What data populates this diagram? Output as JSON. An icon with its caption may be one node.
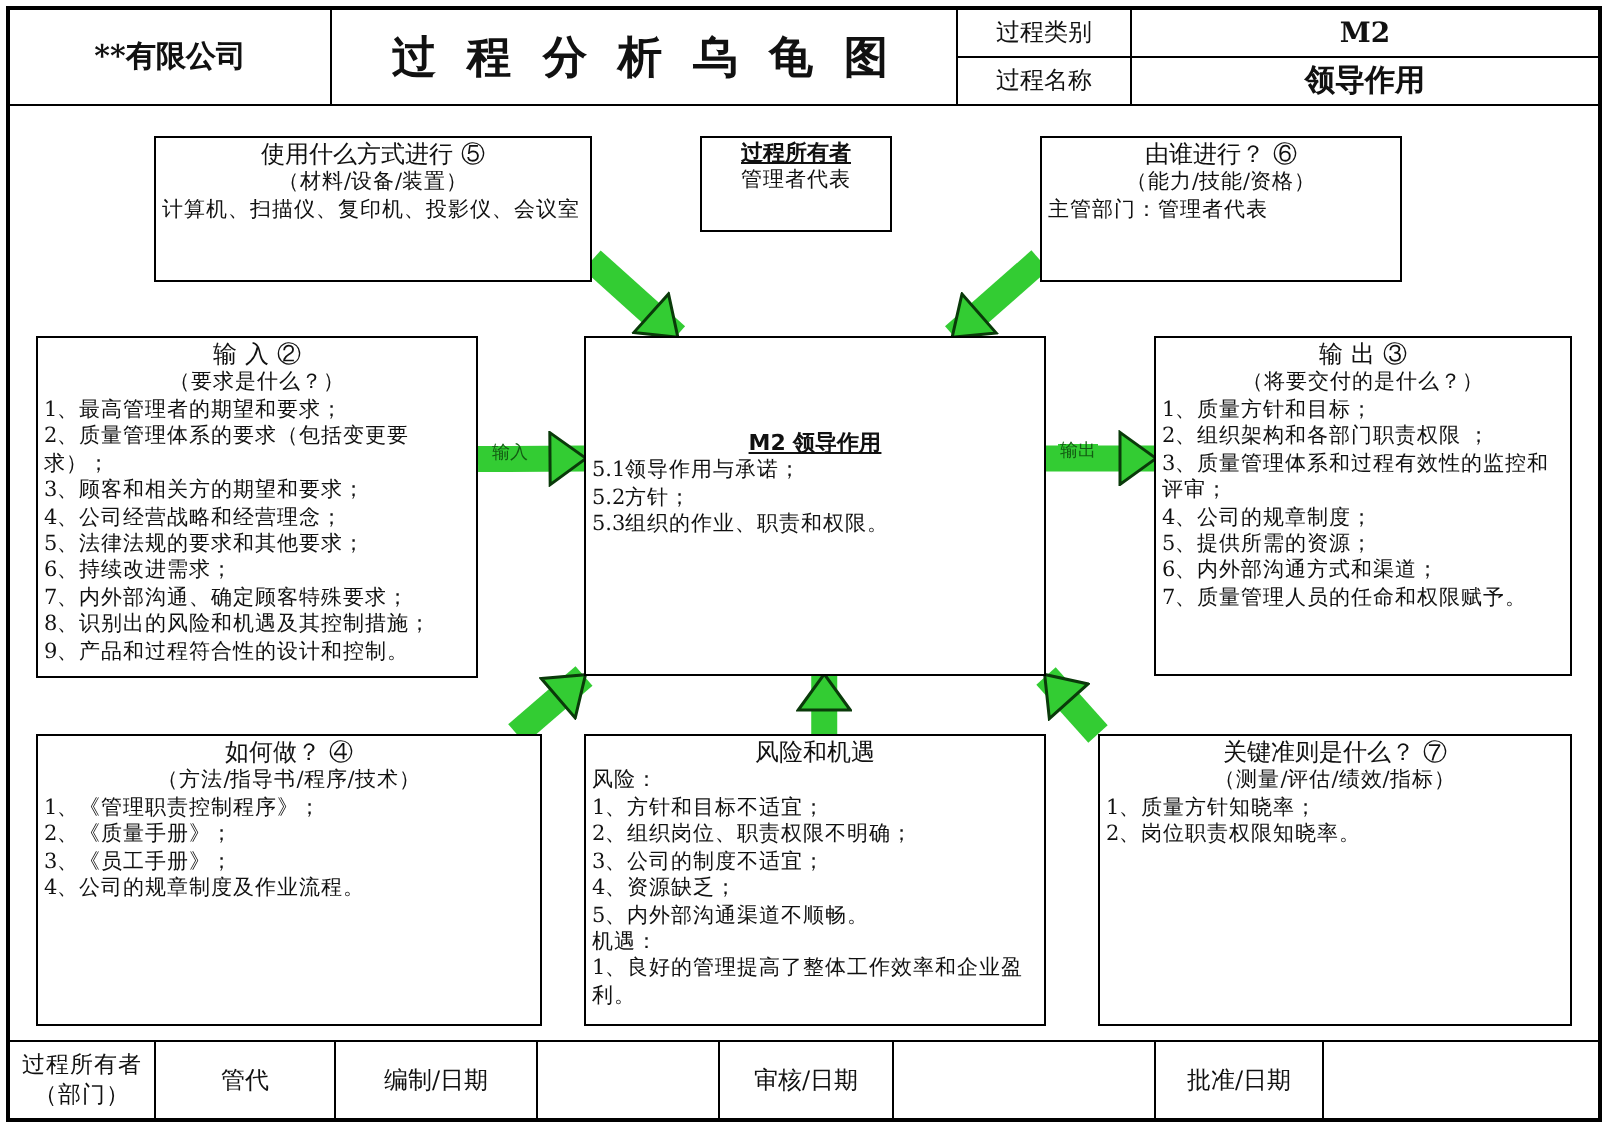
{
  "diagram": {
    "title": "过 程 分 析 乌 龟 图",
    "nodes": [
      {
        "text": [
          "使用什么方式进行 ⑤",
          "（材料/设备/装置）",
          "计算机、扫描仪、复印机、投影仪、会议室"
        ]
      },
      {
        "text": [
          "过程所有者",
          "管理者代表"
        ]
      },
      {
        "text": [
          "由谁进行？ ⑥",
          "（能力/技能/资格）",
          "主管部门：管理者代表"
        ]
      },
      {
        "text": [
          "输 入 ②",
          "（要求是什么？）",
          "1、最高管理者的期望和要求；",
          "2、质量管理体系的要求（包括变更要求）；",
          "3、顾客和相关方的期望和要求；",
          "4、公司经营战略和经营理念；",
          "5、法律法规的要求和其他要求；",
          "6、持续改进需求；",
          "7、内外部沟通、确定顾客特殊要求；",
          "8、识别出的风险和机遇及其控制措施；",
          "9、产品和过程符合性的设计和控制。"
        ]
      },
      {
        "text": [
          "M2 领导作用",
          "5.1领导作用与承诺；",
          "5.2方针；",
          "5.3组织的作业、职责和权限。"
        ]
      },
      {
        "text": [
          "输 出 ③",
          "（将要交付的是什么？）",
          "1、质量方针和目标；",
          "2、组织架构和各部门职责权限 ；",
          "3、质量管理体系和过程有效性的监控和评审；",
          "4、公司的规章制度；",
          "5、提供所需的资源；",
          "6、内外部沟通方式和渠道；",
          "7、质量管理人员的任命和权限赋予。"
        ]
      },
      {
        "text": [
          "如何做？ ④",
          "（方法/指导书/程序/技术）",
          "1、《管理职责控制程序》；",
          "2、《质量手册》；",
          "3、《员工手册》；",
          "4、公司的规章制度及作业流程。"
        ]
      },
      {
        "text": [
          "风险和机遇",
          "风险：",
          "1、方针和目标不适宜；",
          "2、组织岗位、职责权限不明确；",
          "3、公司的制度不适宜；",
          "4、资源缺乏；",
          "5、内外部沟通渠道不顺畅。",
          "机遇：",
          "1、良好的管理提高了整体工作效率和企业盈利。"
        ]
      },
      {
        "text": [
          "关键准则是什么？ ⑦",
          "（测量/评估/绩效/指标）",
          "1、质量方针知晓率；",
          "2、岗位职责权限知晓率。"
        ]
      }
    ],
    "edges": [
      {
        "from": 0,
        "to": 4,
        "arrow": "to"
      },
      {
        "from": 2,
        "to": 4,
        "arrow": "to"
      },
      {
        "from": 3,
        "to": 4,
        "arrow": "to",
        "label": "输入"
      },
      {
        "from": 4,
        "to": 5,
        "arrow": "to",
        "label": "输出"
      },
      {
        "from": 6,
        "to": 4,
        "arrow": "to"
      },
      {
        "from": 7,
        "to": 4,
        "arrow": "to"
      },
      {
        "from": 8,
        "to": 4,
        "arrow": "to"
      }
    ],
    "labels": [
      "**有限公司",
      "过程类别",
      "M2",
      "过程名称",
      "领导作用",
      "过程所有者（部门）",
      "管代",
      "编制/日期",
      "审核/日期",
      "批准/日期"
    ]
  }
}
